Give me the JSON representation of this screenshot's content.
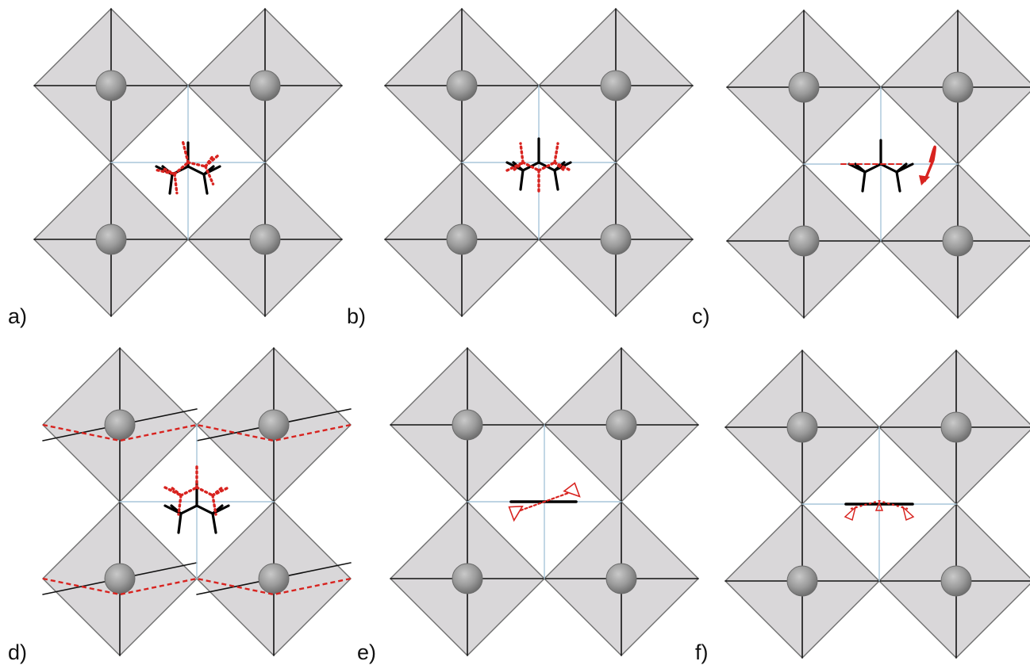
{
  "figure": {
    "panels": [
      {
        "id": "a",
        "label": "a)",
        "variant": "rotate_in_plane"
      },
      {
        "id": "b",
        "label": "b)",
        "variant": "rotate_out_of_plane"
      },
      {
        "id": "c",
        "label": "c)",
        "variant": "flip_about_axis"
      },
      {
        "id": "d",
        "label": "d)",
        "variant": "octahedral_tilt"
      },
      {
        "id": "e",
        "label": "e)",
        "variant": "linear_rotate"
      },
      {
        "id": "f",
        "label": "f)",
        "variant": "linear_bend"
      }
    ],
    "colors": {
      "octahedron_fill": "#d9d7d9",
      "octahedron_edge": "#6e6e6e",
      "axis_line": "#111111",
      "cavity_line": "#a9c6da",
      "molecule": "#000000",
      "displacement": "#d8231f",
      "atom_fill": "#8f8f8f"
    },
    "icons": {
      "octahedron": "diamond-octahedron",
      "metal_atom": "sphere",
      "organic_cation": "branched-stick-molecule",
      "rotation": "curved-arrow"
    }
  }
}
